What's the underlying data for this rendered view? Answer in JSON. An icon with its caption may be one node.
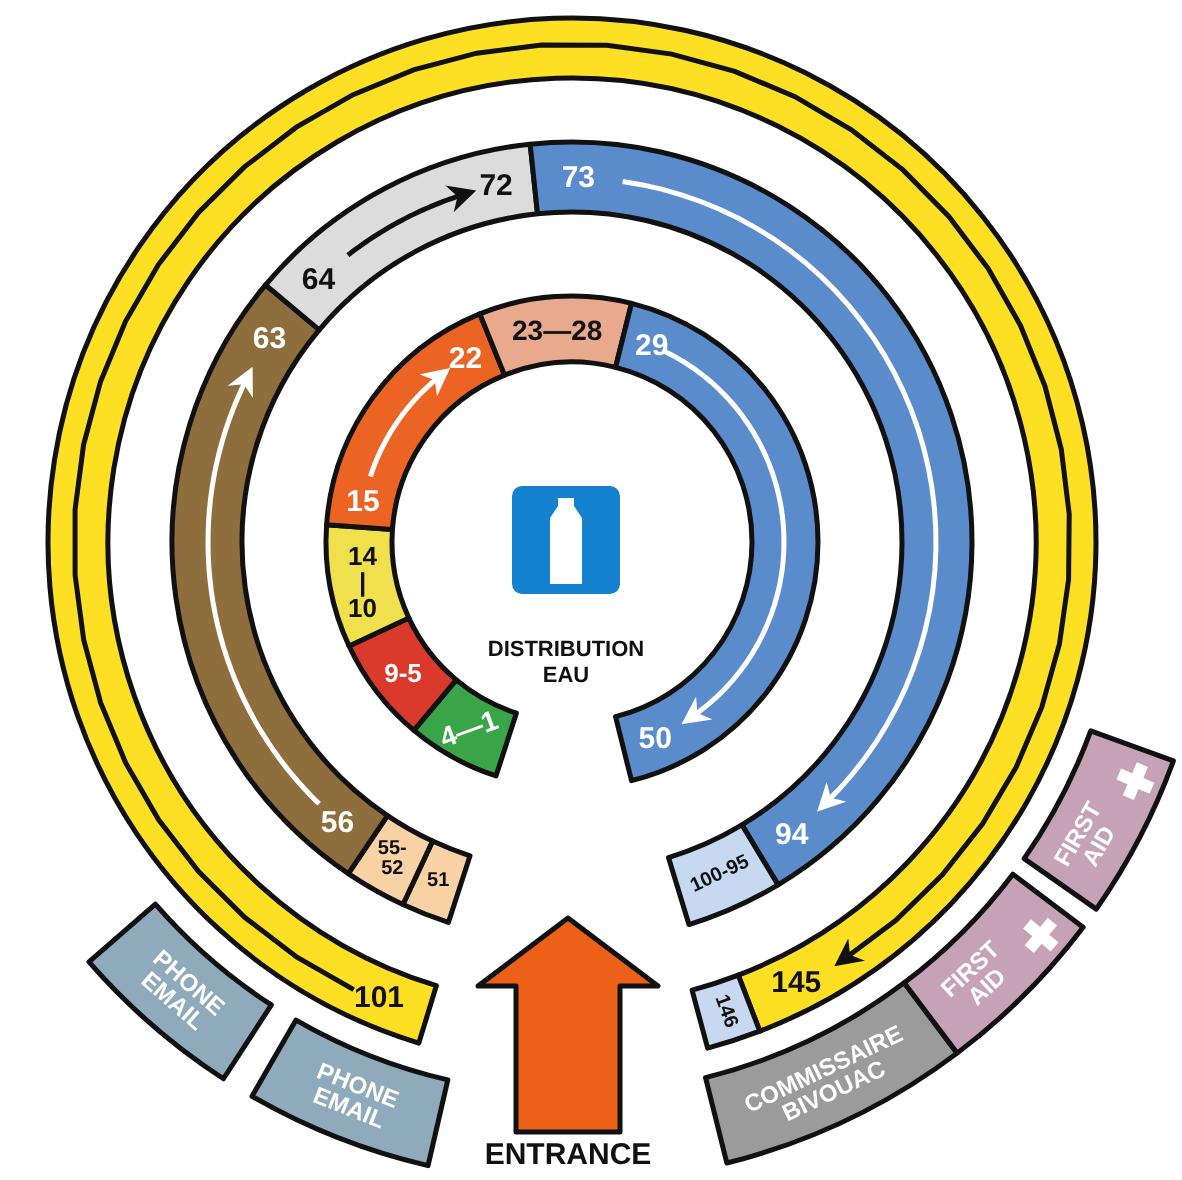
{
  "diagram": {
    "nodes": [
      {
        "text": [
          "4—1"
        ]
      },
      {
        "text": [
          "9-5"
        ]
      },
      {
        "text": [
          "14 | 10"
        ]
      },
      {
        "text": [
          "15",
          "22"
        ]
      },
      {
        "text": [
          "23—28"
        ]
      },
      {
        "text": [
          "29",
          "50"
        ]
      },
      {
        "text": [
          "51"
        ]
      },
      {
        "text": [
          "55-52"
        ]
      },
      {
        "text": [
          "56",
          "63"
        ]
      },
      {
        "text": [
          "64",
          "72"
        ]
      },
      {
        "text": [
          "73",
          "94"
        ]
      },
      {
        "text": [
          "100-95"
        ]
      },
      {
        "text": [
          "101",
          "145"
        ]
      },
      {
        "text": [
          "146"
        ]
      },
      {
        "text": [
          "PHONE EMAIL"
        ]
      },
      {
        "text": [
          "PHONE EMAIL"
        ]
      },
      {
        "text": [
          "COMMISSAIRE BIVOUAC"
        ]
      },
      {
        "text": [
          "FIRST AID"
        ]
      },
      {
        "text": [
          "FIRST AID"
        ]
      }
    ],
    "labels": [
      "DISTRIBUTION EAU",
      "ENTRANCE"
    ]
  }
}
